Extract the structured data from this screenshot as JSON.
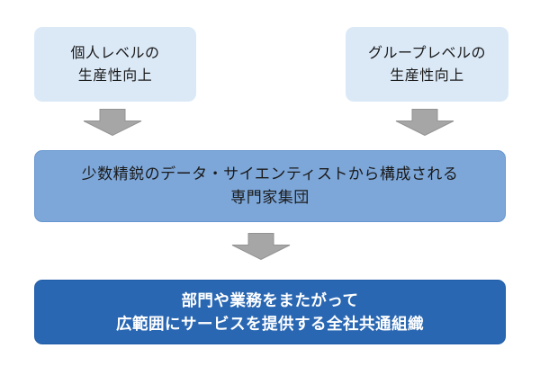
{
  "diagram": {
    "title_hint": "organization structure flow diagram",
    "colors": {
      "background": "#ffffff",
      "light_box_bg": "#dbe9f7",
      "mid_box_bg": "#7da7d9",
      "mid_box_border": "#6696cf",
      "dark_box_bg": "#2a67b2",
      "dark_box_border": "#1f5ca9",
      "arrow_fill": "#a6a6a6",
      "arrow_stroke": "#939393",
      "text_dark": "#1a1a1a",
      "text_light": "#ffffff"
    },
    "boxes": {
      "individual": {
        "line1": "個人レベルの",
        "line2": "生産性向上"
      },
      "group": {
        "line1": "グループレベルの",
        "line2": "生産性向上"
      },
      "experts": {
        "line1": "少数精鋭のデータ・サイエンティストから構成される",
        "line2": "専門家集団"
      },
      "organization": {
        "line1": "部門や業務をまたがって",
        "line2": "広範囲にサービスを提供する全社共通組織"
      }
    },
    "arrows": [
      {
        "from": "individual",
        "to": "experts",
        "direction": "down"
      },
      {
        "from": "group",
        "to": "experts",
        "direction": "down"
      },
      {
        "from": "experts",
        "to": "organization",
        "direction": "down"
      }
    ]
  }
}
